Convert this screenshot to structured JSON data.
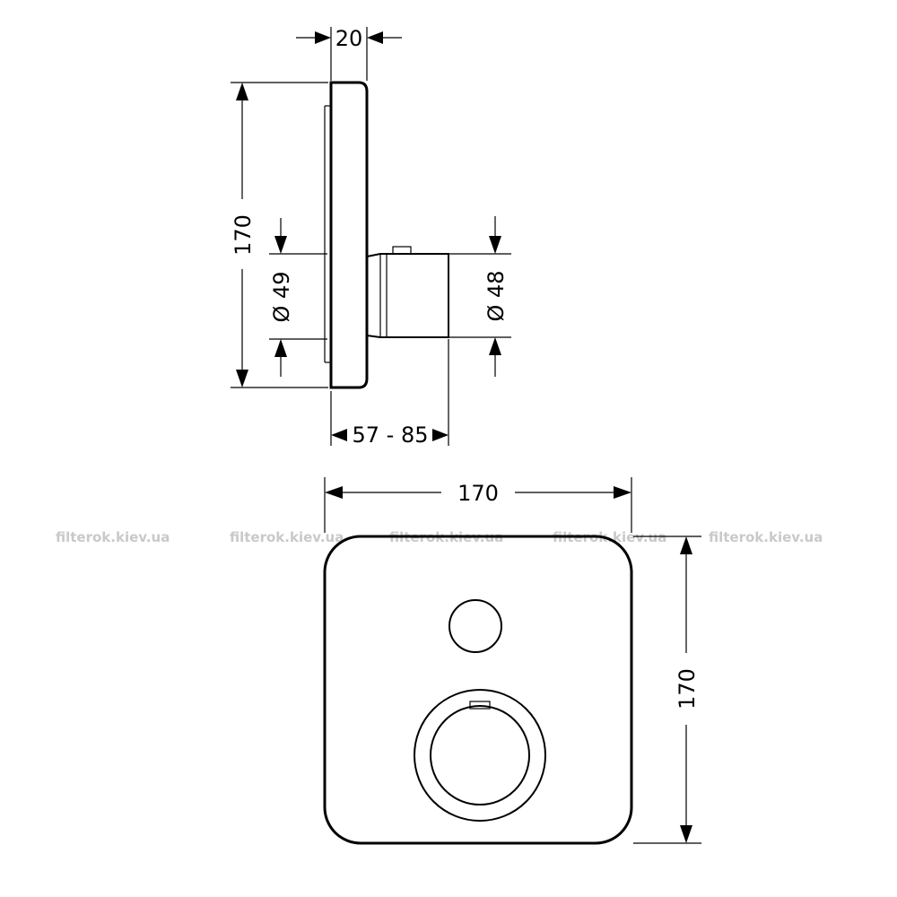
{
  "dimensions": {
    "depth_plate": "20",
    "height_side": "170",
    "diam_left": "Ø 49",
    "diam_right": "Ø  48",
    "projection": "57 - 85",
    "width_front": "170",
    "height_front": "170"
  },
  "watermark": "filterok.kiev.ua"
}
